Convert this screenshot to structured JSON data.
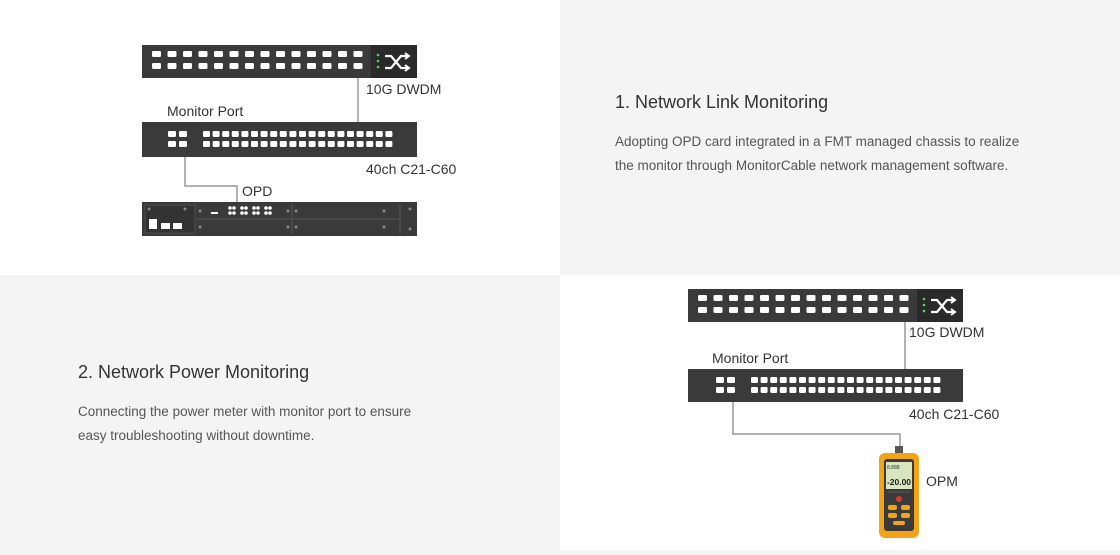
{
  "section1": {
    "heading": "1. Network Link Monitoring",
    "description_lines": [
      "Adopting OPD card integrated in a FMT managed chassis to realize",
      "the monitor through MonitorCable network management software."
    ],
    "diagram": {
      "switch_label": "10G DWDM",
      "monitor_port_label": "Monitor Port",
      "mux_label": "40ch C21-C60",
      "opd_label": "OPD"
    }
  },
  "section2": {
    "heading": "2. Network Power Monitoring",
    "description_lines": [
      "Connecting the power meter with monitor port to ensure",
      "easy troubleshooting without downtime."
    ],
    "diagram": {
      "switch_label": "10G DWDM",
      "monitor_port_label": "Monitor Port",
      "mux_label": "40ch C21-C60",
      "opm_label": "OPM",
      "opm_screen_reading": "-20.00"
    }
  },
  "colors": {
    "device_body": "#3a3a3a",
    "port_fill": "#ffffff",
    "mux_port_blue": "#3d8bd9",
    "fiber_line": "#999999",
    "opm_body": "#f2a416",
    "opm_screen": "#d8e6c0"
  },
  "icons": {
    "switch_logo": "shuffle-arrows-icon"
  }
}
